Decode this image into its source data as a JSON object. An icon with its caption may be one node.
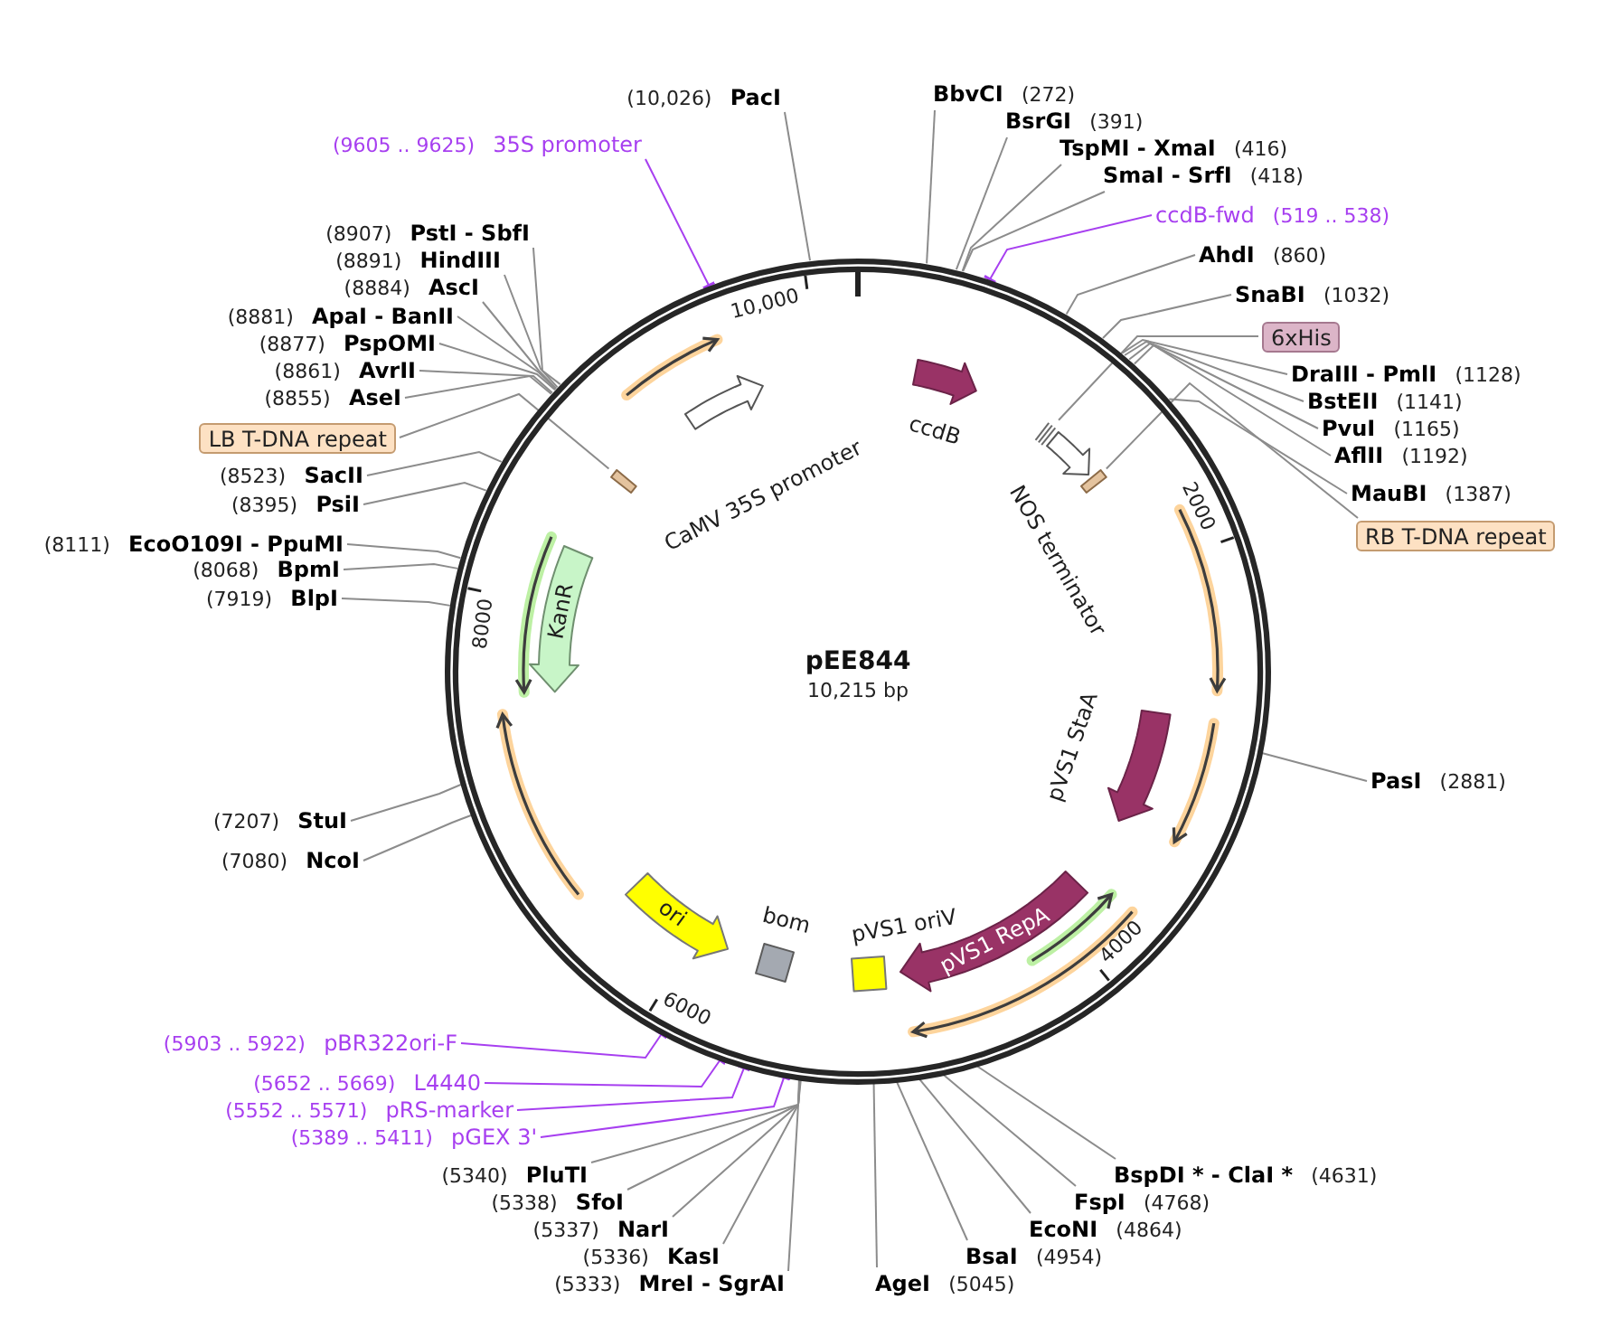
{
  "diagram": {
    "nodes": [
      {
        "text": [
          "pEE844",
          "10,215 bp"
        ]
      },
      {
        "text": [],
        "shape": "arrow",
        "beside": [
          "CaMV 35S promoter"
        ],
        "in": 0
      },
      {
        "text": [],
        "shape": "arrow",
        "beside": [
          "ccdB"
        ],
        "in": 0
      },
      {
        "text": [],
        "shape": "bar",
        "in": 0
      },
      {
        "text": [],
        "shape": "arrow",
        "beside": [
          "NOS terminator"
        ],
        "in": 0
      },
      {
        "text": [],
        "shape": "bar",
        "in": 0
      },
      {
        "text": [],
        "shape": "arrow",
        "beside": [
          "pVS1 StaA"
        ],
        "in": 0
      },
      {
        "text": [
          "pVS1 RepA"
        ],
        "in": 0
      },
      {
        "text": [],
        "shape": "box",
        "beside": [
          "pVS1 oriV"
        ],
        "in": 0
      },
      {
        "text": [],
        "shape": "box",
        "beside": [
          "bom"
        ],
        "in": 0
      },
      {
        "text": [
          "ori"
        ],
        "in": 0
      },
      {
        "text": [
          "KanR"
        ],
        "in": 0
      },
      {
        "text": [],
        "shape": "bar",
        "in": 0
      },
      {
        "text": [
          "(10,026)",
          "PacI"
        ]
      },
      {
        "text": [
          "BbvCI",
          "(272)"
        ]
      },
      {
        "text": [
          "BsrGI",
          "(391)"
        ]
      },
      {
        "text": [
          "TspMI - XmaI",
          "(416)"
        ]
      },
      {
        "text": [
          "SmaI - SrfI",
          "(418)"
        ]
      },
      {
        "text": [
          "ccdB-fwd",
          "(519 .. 538)"
        ]
      },
      {
        "text": [
          "AhdI",
          "(860)"
        ]
      },
      {
        "text": [
          "SnaBI",
          "(1032)"
        ]
      },
      {
        "text": [
          "6xHis"
        ]
      },
      {
        "text": [
          "DraIII - PmlI",
          "(1128)"
        ]
      },
      {
        "text": [
          "BstEII",
          "(1141)"
        ]
      },
      {
        "text": [
          "PvuI",
          "(1165)"
        ]
      },
      {
        "text": [
          "AflII",
          "(1192)"
        ]
      },
      {
        "text": [
          "MauBI",
          "(1387)"
        ]
      },
      {
        "text": [
          "RB T-DNA repeat"
        ]
      },
      {
        "text": [
          "PasI",
          "(2881)"
        ]
      },
      {
        "text": [
          "BspDI * - ClaI *",
          "(4631)"
        ]
      },
      {
        "text": [
          "FspI",
          "(4768)"
        ]
      },
      {
        "text": [
          "EcoNI",
          "(4864)"
        ]
      },
      {
        "text": [
          "BsaI",
          "(4954)"
        ]
      },
      {
        "text": [
          "AgeI",
          "(5045)"
        ]
      },
      {
        "text": [
          "(5333)",
          "MreI - SgrAI"
        ]
      },
      {
        "text": [
          "(5336)",
          "KasI"
        ]
      },
      {
        "text": [
          "(5337)",
          "NarI"
        ]
      },
      {
        "text": [
          "(5338)",
          "SfoI"
        ]
      },
      {
        "text": [
          "(5340)",
          "PluTI"
        ]
      },
      {
        "text": [
          "(5389 .. 5411)",
          "pGEX 3'"
        ]
      },
      {
        "text": [
          "(5552 .. 5571)",
          "pRS-marker"
        ]
      },
      {
        "text": [
          "(5652 .. 5669)",
          "L4440"
        ]
      },
      {
        "text": [
          "(5903 .. 5922)",
          "pBR322ori-F"
        ]
      },
      {
        "text": [
          "(7080)",
          "NcoI"
        ]
      },
      {
        "text": [
          "(7207)",
          "StuI"
        ]
      },
      {
        "text": [
          "(7919)",
          "BlpI"
        ]
      },
      {
        "text": [
          "(8068)",
          "BpmI"
        ]
      },
      {
        "text": [
          "(8111)",
          "EcoO109I - PpuMI"
        ]
      },
      {
        "text": [
          "(8395)",
          "PsiI"
        ]
      },
      {
        "text": [
          "(8523)",
          "SacII"
        ]
      },
      {
        "text": [
          "LB T-DNA repeat"
        ]
      },
      {
        "text": [
          "(8855)",
          "AseI"
        ]
      },
      {
        "text": [
          "(8861)",
          "AvrII"
        ]
      },
      {
        "text": [
          "(8877)",
          "PspOMI"
        ]
      },
      {
        "text": [
          "(8881)",
          "ApaI - BanII"
        ]
      },
      {
        "text": [
          "(8884)",
          "AscI"
        ]
      },
      {
        "text": [
          "(8891)",
          "HindIII"
        ]
      },
      {
        "text": [
          "(8907)",
          "PstI - SbfI"
        ]
      },
      {
        "text": [
          "(9605 .. 9625)",
          "35S promoter"
        ]
      }
    ],
    "edges": [
      {
        "from": 13,
        "to": 0,
        "arrow": "none"
      },
      {
        "from": 14,
        "to": 0,
        "arrow": "none"
      },
      {
        "from": 15,
        "to": 0,
        "arrow": "none"
      },
      {
        "from": 16,
        "to": 0,
        "arrow": "none"
      },
      {
        "from": 17,
        "to": 0,
        "arrow": "none"
      },
      {
        "from": 18,
        "to": 0,
        "arrow": "other",
        "color": "#a73ff0"
      },
      {
        "from": 19,
        "to": 0,
        "arrow": "none"
      },
      {
        "from": 20,
        "to": 0,
        "arrow": "none"
      },
      {
        "from": 21,
        "to": 3,
        "arrow": "none"
      },
      {
        "from": 22,
        "to": 0,
        "arrow": "none"
      },
      {
        "from": 23,
        "to": 0,
        "arrow": "none"
      },
      {
        "from": 24,
        "to": 0,
        "arrow": "none"
      },
      {
        "from": 25,
        "to": 0,
        "arrow": "none"
      },
      {
        "from": 26,
        "to": 0,
        "arrow": "none"
      },
      {
        "from": 27,
        "to": 5,
        "arrow": "none"
      },
      {
        "from": 28,
        "to": 0,
        "arrow": "none"
      },
      {
        "from": 29,
        "to": 0,
        "arrow": "none"
      },
      {
        "from": 30,
        "to": 0,
        "arrow": "none"
      },
      {
        "from": 31,
        "to": 0,
        "arrow": "none"
      },
      {
        "from": 32,
        "to": 0,
        "arrow": "none"
      },
      {
        "from": 33,
        "to": 0,
        "arrow": "none"
      },
      {
        "from": 34,
        "to": 0,
        "arrow": "none"
      },
      {
        "from": 35,
        "to": 0,
        "arrow": "none"
      },
      {
        "from": 36,
        "to": 0,
        "arrow": "none"
      },
      {
        "from": 37,
        "to": 0,
        "arrow": "none"
      },
      {
        "from": 38,
        "to": 0,
        "arrow": "none"
      },
      {
        "from": 39,
        "to": 0,
        "arrow": "other",
        "color": "#a73ff0"
      },
      {
        "from": 40,
        "to": 0,
        "arrow": "other",
        "color": "#a73ff0"
      },
      {
        "from": 41,
        "to": 0,
        "arrow": "other",
        "color": "#a73ff0"
      },
      {
        "from": 42,
        "to": 0,
        "arrow": "other",
        "color": "#a73ff0"
      },
      {
        "from": 43,
        "to": 0,
        "arrow": "none"
      },
      {
        "from": 44,
        "to": 0,
        "arrow": "none"
      },
      {
        "from": 45,
        "to": 0,
        "arrow": "none"
      },
      {
        "from": 46,
        "to": 0,
        "arrow": "none"
      },
      {
        "from": 47,
        "to": 0,
        "arrow": "none"
      },
      {
        "from": 48,
        "to": 0,
        "arrow": "none"
      },
      {
        "from": 49,
        "to": 0,
        "arrow": "none"
      },
      {
        "from": 50,
        "to": 12,
        "arrow": "none"
      },
      {
        "from": 51,
        "to": 0,
        "arrow": "none"
      },
      {
        "from": 52,
        "to": 0,
        "arrow": "none"
      },
      {
        "from": 53,
        "to": 0,
        "arrow": "none"
      },
      {
        "from": 54,
        "to": 0,
        "arrow": "none"
      },
      {
        "from": 55,
        "to": 0,
        "arrow": "none"
      },
      {
        "from": 56,
        "to": 0,
        "arrow": "none"
      },
      {
        "from": 57,
        "to": 0,
        "arrow": "none"
      },
      {
        "from": 58,
        "to": 0,
        "arrow": "other",
        "color": "#a73ff0"
      }
    ],
    "labels": [
      "10,000",
      "2000",
      "4000",
      "6000",
      "8000"
    ]
  }
}
